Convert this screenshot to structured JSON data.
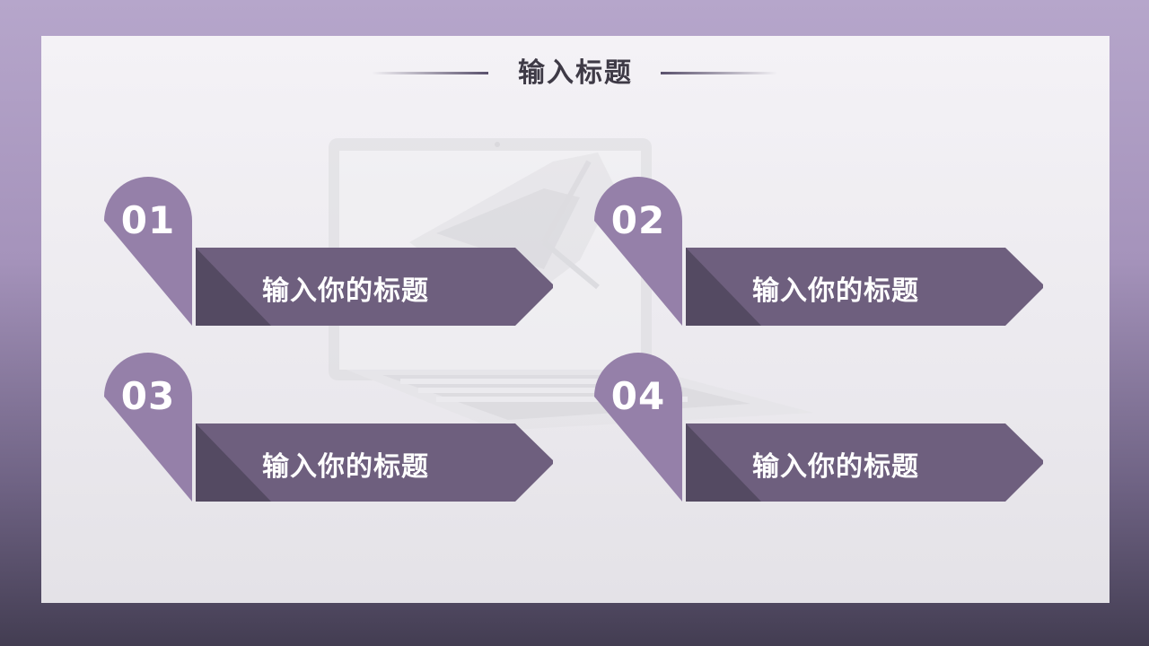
{
  "slide": {
    "title": "输入标题"
  },
  "items": [
    {
      "number": "01",
      "label": "输入你的标题"
    },
    {
      "number": "02",
      "label": "输入你的标题"
    },
    {
      "number": "03",
      "label": "输入你的标题"
    },
    {
      "number": "04",
      "label": "输入你的标题"
    }
  ],
  "colors": {
    "pin": "#9580a9",
    "arrow": "#6e5f7e",
    "arrow_shadow": "#544a62",
    "title_text": "#3e3a46",
    "frame_top": "#b6a6cb",
    "frame_bottom": "#433d52"
  },
  "background_image": "laptop-mockup-faded"
}
